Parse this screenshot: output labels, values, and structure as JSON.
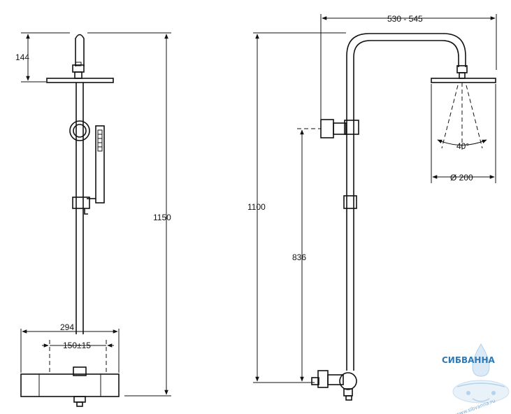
{
  "dimensions": {
    "top_height": "144",
    "total_height_left": "1150",
    "mixer_width": "294",
    "inlet_spacing": "150±15",
    "projection": "530 - 545",
    "total_height_right": "1100",
    "holder_height": "836",
    "spray_angle": "40°",
    "head_diameter": "Ø 200"
  },
  "watermark": {
    "brand": "СИБВАННА",
    "site": "www.sibvanna.ru"
  },
  "colors": {
    "line": "#111111",
    "watermark": "#2f79b5"
  }
}
